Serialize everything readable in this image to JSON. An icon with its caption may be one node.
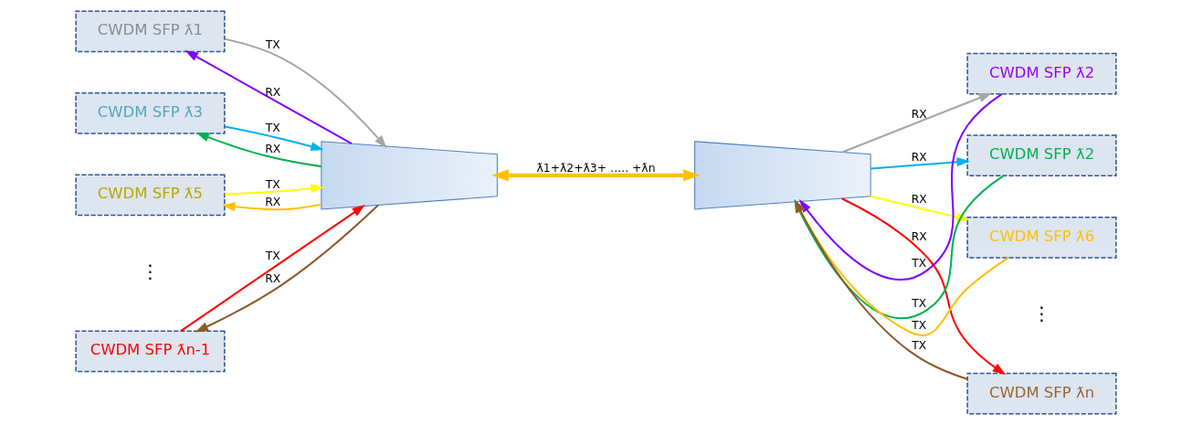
{
  "diagram": {
    "nodes": [
      {
        "text": [
          "CWDM SFP ƛ1"
        ]
      },
      {
        "text": [
          "CWDM SFP ƛ3"
        ]
      },
      {
        "text": [
          "CWDM SFP ƛ5"
        ]
      },
      {
        "text": [
          "CWDM SFP ƛn-1"
        ]
      },
      {
        "text": [],
        "shape": "trapezoid"
      },
      {
        "text": [],
        "shape": "trapezoid"
      },
      {
        "text": [
          "CWDM SFP ƛ2"
        ]
      },
      {
        "text": [
          "CWDM SFP ƛ2"
        ]
      },
      {
        "text": [
          "CWDM SFP ƛ6"
        ]
      },
      {
        "text": [
          "CWDM SFP ƛn"
        ]
      }
    ],
    "edges": [
      {
        "from": 0,
        "to": 4,
        "arrow": "to",
        "label": "TX",
        "color": "#a6a6a6"
      },
      {
        "from": 4,
        "to": 0,
        "arrow": "to",
        "label": "RX",
        "color": "#8000ff"
      },
      {
        "from": 1,
        "to": 4,
        "arrow": "to",
        "label": "TX",
        "color": "#00b0f0"
      },
      {
        "from": 4,
        "to": 1,
        "arrow": "to",
        "label": "RX",
        "color": "#00b050"
      },
      {
        "from": 2,
        "to": 4,
        "arrow": "to",
        "label": "TX",
        "color": "#ffff00"
      },
      {
        "from": 4,
        "to": 2,
        "arrow": "to",
        "label": "RX",
        "color": "#ffc000"
      },
      {
        "from": 3,
        "to": 4,
        "arrow": "to",
        "label": "TX",
        "color": "#ff0000"
      },
      {
        "from": 4,
        "to": 3,
        "arrow": "to",
        "label": "RX",
        "color": "#8b5a2b"
      },
      {
        "from": 4,
        "to": 5,
        "arrow": "both",
        "label": "ƛ1+ƛ2+ƛ3+ ….. +ƛn",
        "style": "thick",
        "color": "#ffc000"
      },
      {
        "from": 6,
        "to": 5,
        "arrow": "to",
        "label": "TX",
        "color": "#8000ff"
      },
      {
        "from": 5,
        "to": 6,
        "arrow": "to",
        "label": "RX",
        "color": "#a6a6a6"
      },
      {
        "from": 7,
        "to": 5,
        "arrow": "to",
        "label": "TX",
        "color": "#00b050"
      },
      {
        "from": 5,
        "to": 7,
        "arrow": "to",
        "label": "RX",
        "color": "#00b0f0"
      },
      {
        "from": 8,
        "to": 5,
        "arrow": "to",
        "label": "TX",
        "color": "#ffc000"
      },
      {
        "from": 5,
        "to": 8,
        "arrow": "to",
        "label": "RX",
        "color": "#ffff00"
      },
      {
        "from": 9,
        "to": 5,
        "arrow": "to",
        "label": "TX",
        "color": "#8b5a2b"
      },
      {
        "from": 5,
        "to": 9,
        "arrow": "to",
        "label": "RX",
        "color": "#ff0000"
      }
    ],
    "labels": [
      "⋮",
      "⋮"
    ]
  }
}
